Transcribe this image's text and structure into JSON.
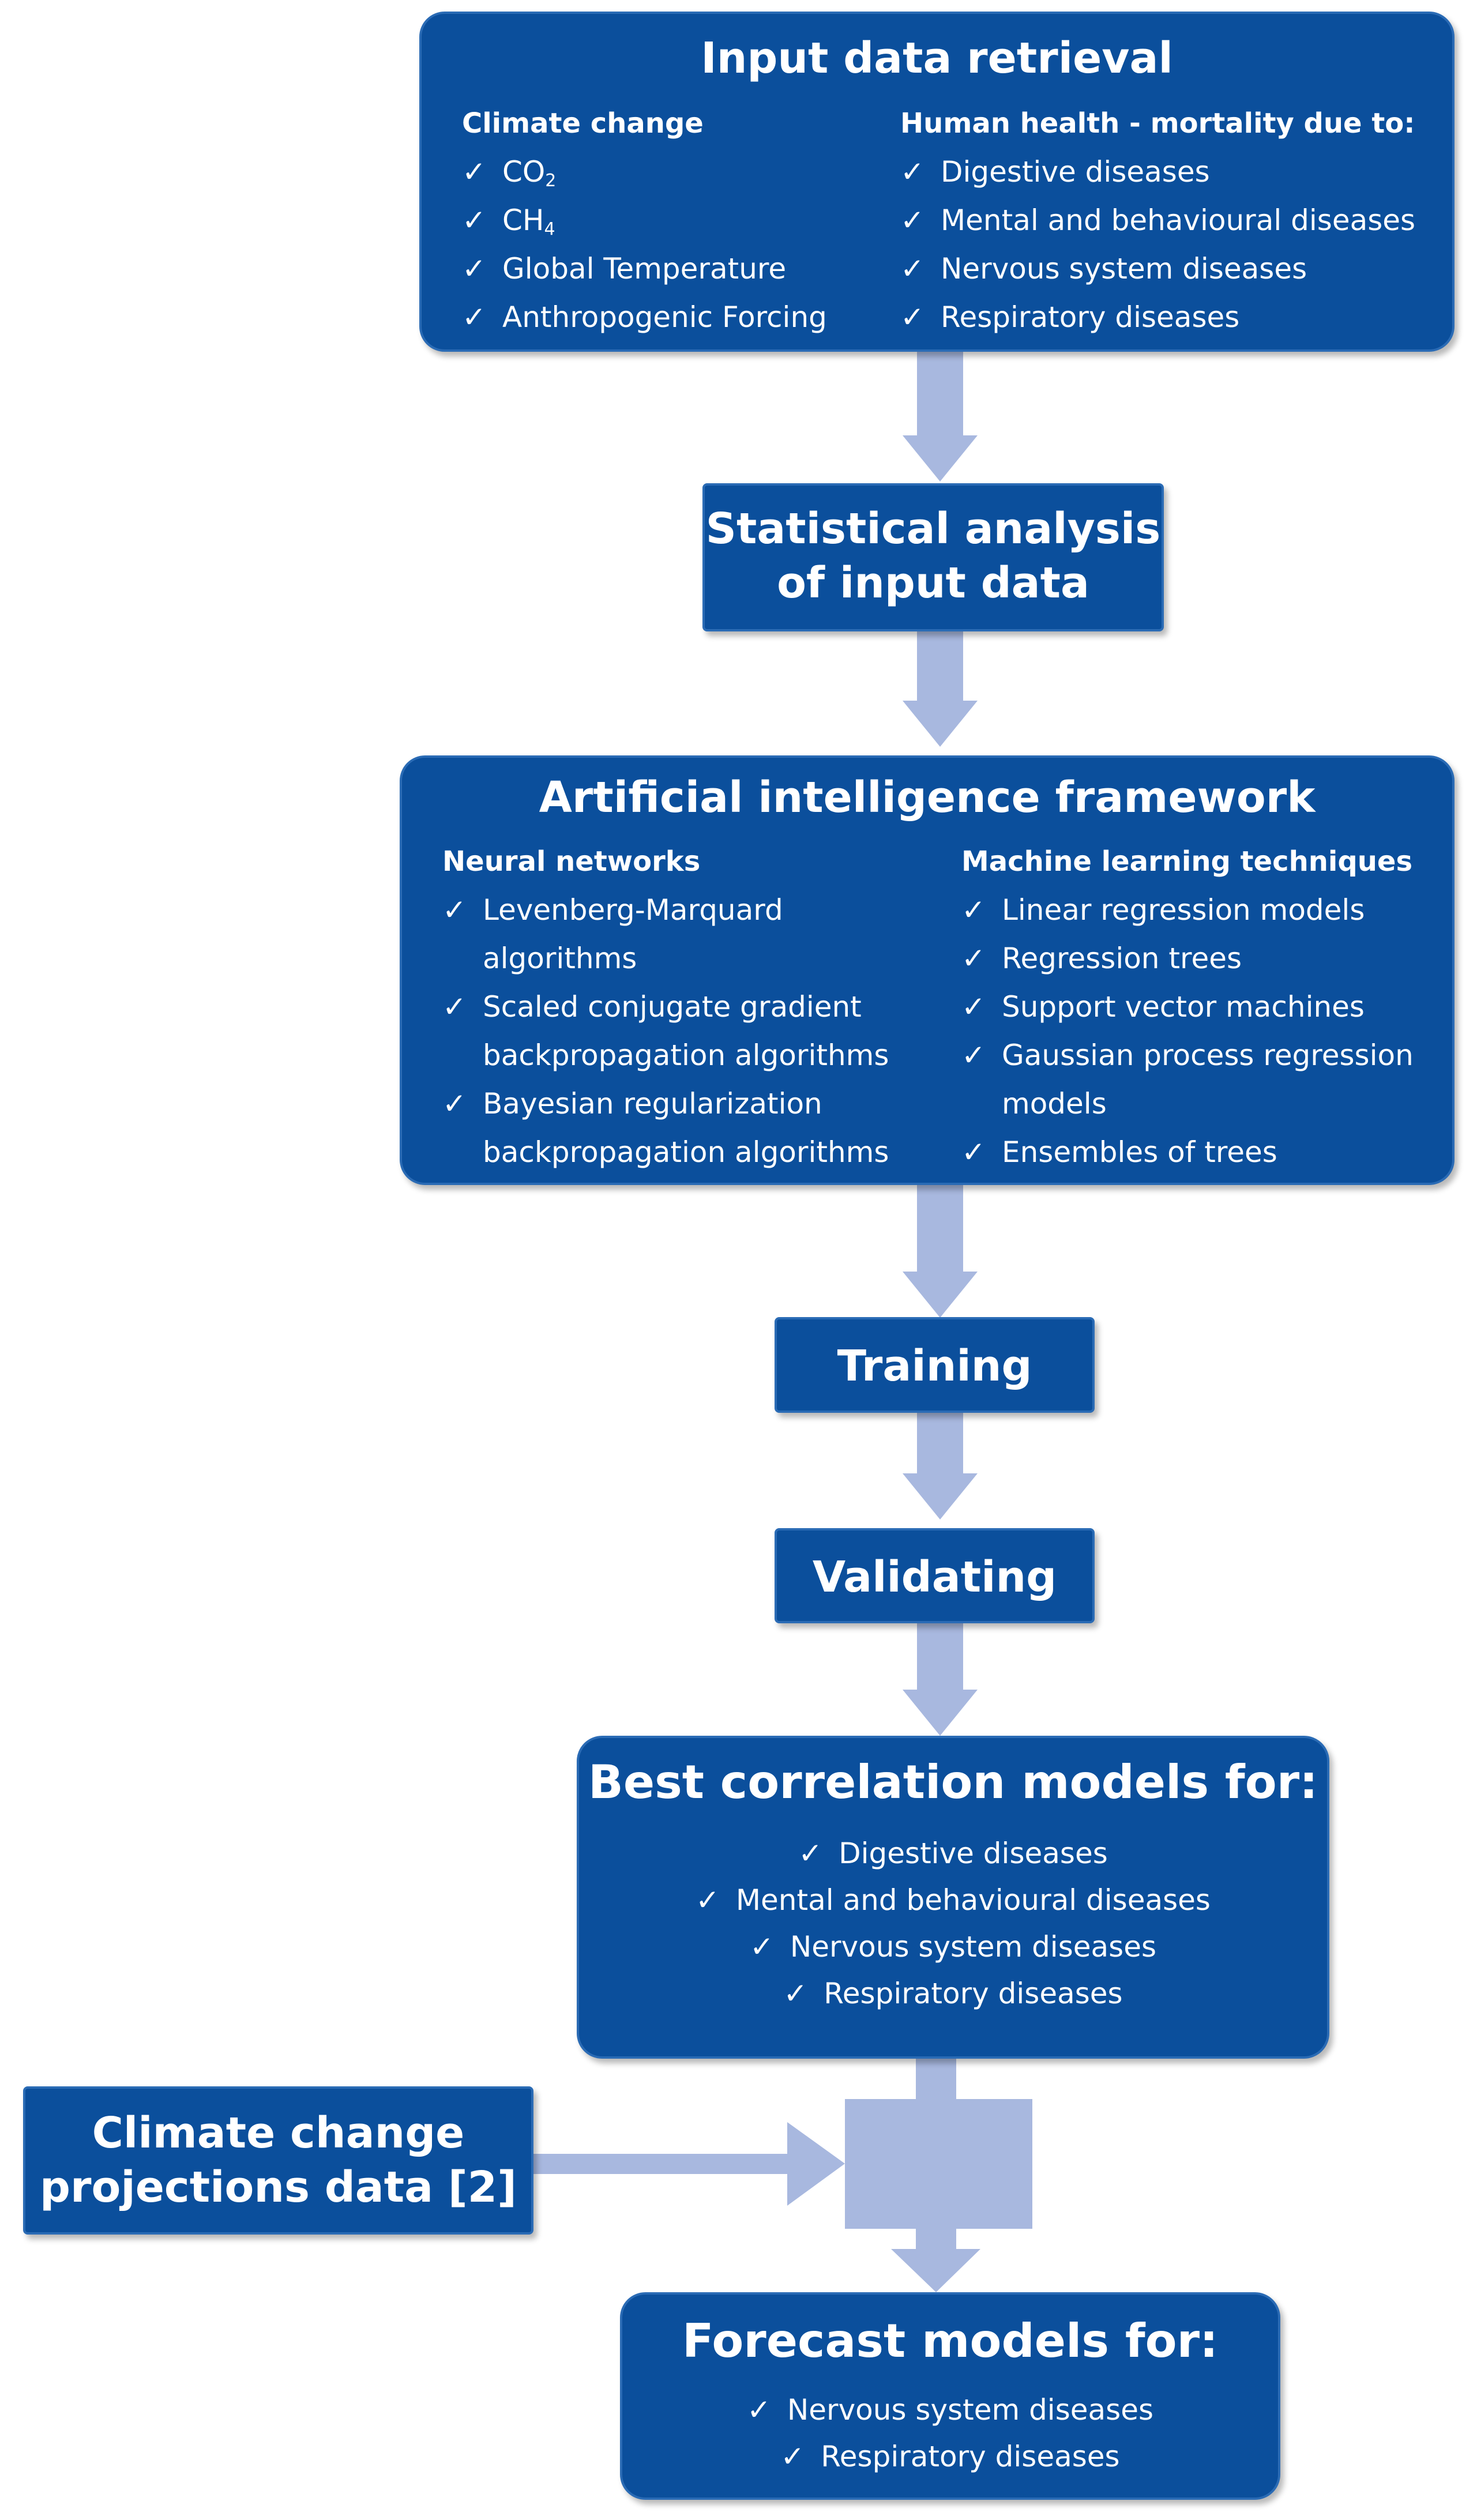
{
  "input_retrieval": {
    "title": "Input data retrieval",
    "climate": {
      "heading": "Climate change",
      "items": [
        {
          "text": "CO",
          "sub": "2"
        },
        {
          "text": "CH",
          "sub": "4"
        },
        {
          "text": "Global Temperature",
          "sub": ""
        },
        {
          "text": "Anthropogenic Forcing",
          "sub": ""
        }
      ]
    },
    "health": {
      "heading": "Human health - mortality due to:",
      "items": [
        "Digestive diseases",
        "Mental and behavioural diseases",
        "Nervous system diseases",
        "Respiratory diseases"
      ]
    }
  },
  "statistical": {
    "line1": "Statistical analysis",
    "line2": "of input data"
  },
  "ai_framework": {
    "title": "Artificial intelligence framework",
    "neural": {
      "heading": "Neural networks",
      "items": [
        [
          "Levenberg-Marquard",
          "algorithms"
        ],
        [
          "Scaled conjugate gradient",
          "backpropagation algorithms"
        ],
        [
          "Bayesian regularization",
          "backpropagation algorithms"
        ]
      ]
    },
    "ml": {
      "heading": "Machine learning techniques",
      "items": [
        [
          "Linear regression models"
        ],
        [
          "Regression trees"
        ],
        [
          "Support vector machines"
        ],
        [
          "Gaussian process regression",
          "models"
        ],
        [
          "Ensembles of trees"
        ]
      ]
    }
  },
  "training": {
    "label": "Training"
  },
  "validating": {
    "label": "Validating"
  },
  "best_models": {
    "title": "Best correlation models for:",
    "items": [
      "Digestive diseases",
      "Mental and behavioural diseases",
      "Nervous system diseases",
      "Respiratory diseases"
    ]
  },
  "projections": {
    "line1": "Climate change",
    "line2": "projections data [2]"
  },
  "forecast": {
    "title": "Forecast models for:",
    "items": [
      "Nervous system diseases",
      "Respiratory diseases"
    ]
  },
  "check_mark": "✓",
  "colors": {
    "box": "#0b4f9c",
    "border": "#2a6bb5",
    "arrow": "#a8b8df"
  }
}
